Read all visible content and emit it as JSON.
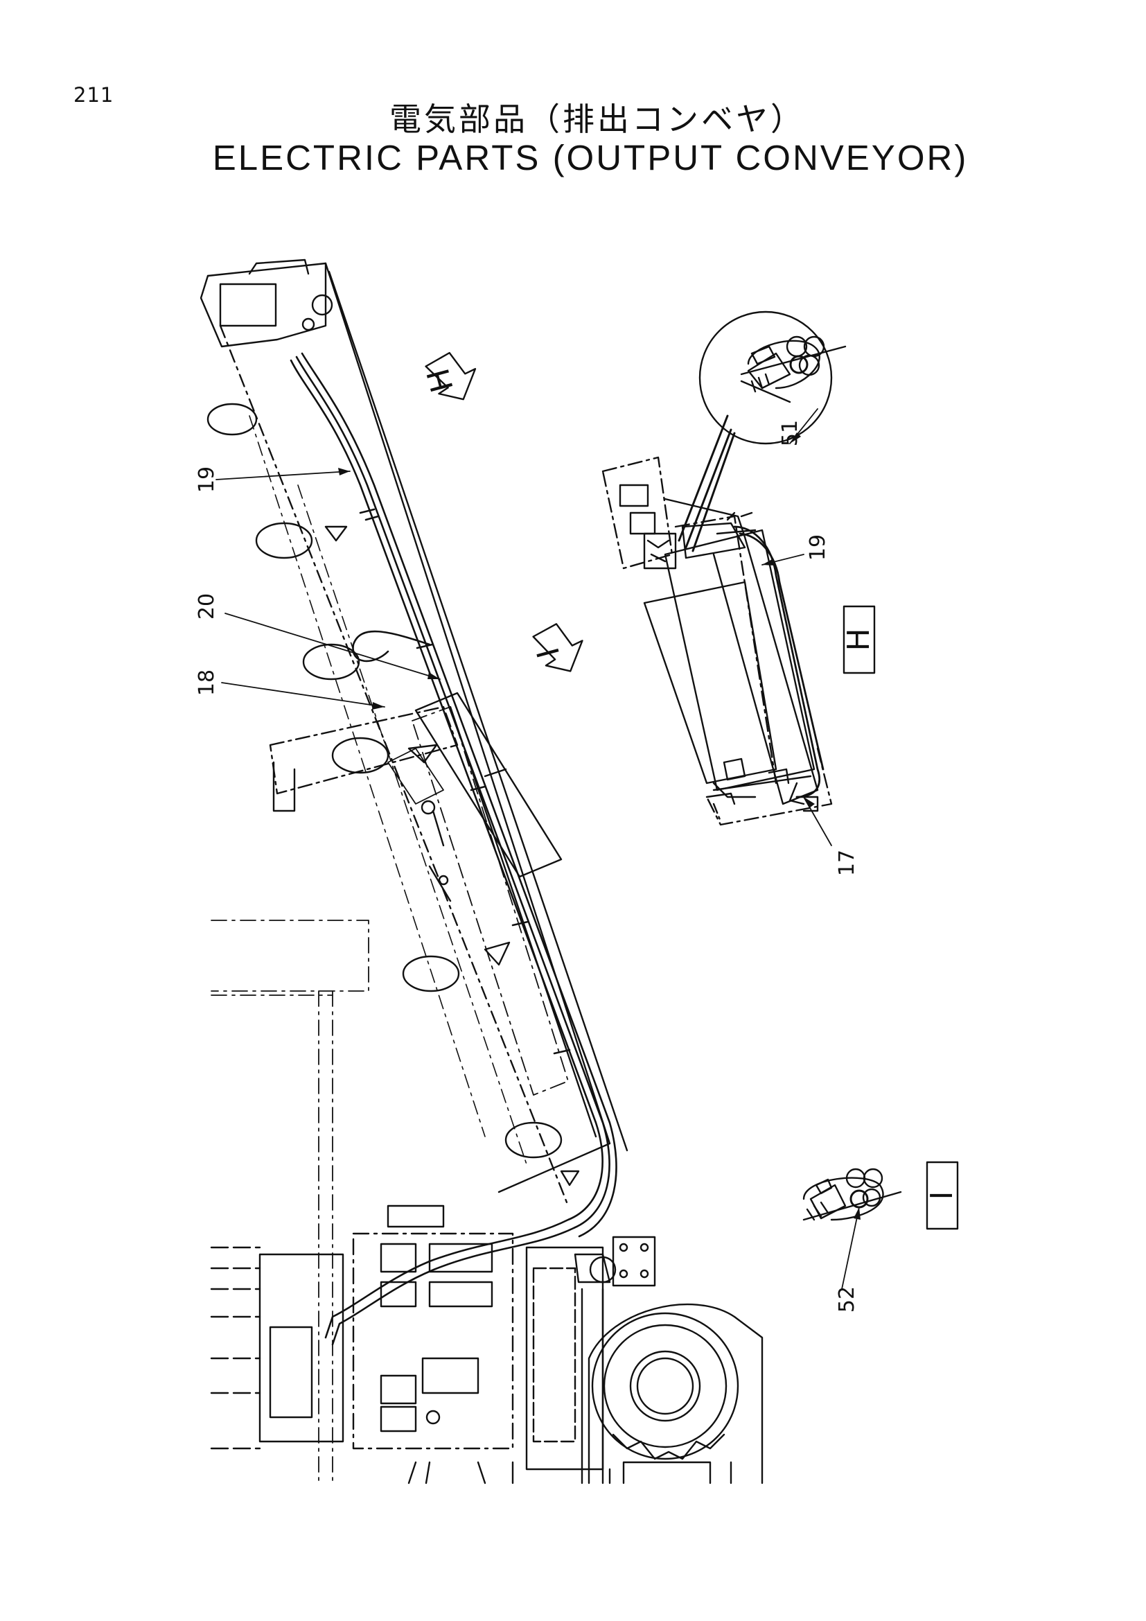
{
  "page": {
    "number": "211"
  },
  "title": {
    "japanese": "電気部品（排出コンベヤ）",
    "english": "ELECTRIC PARTS (OUTPUT CONVEYOR)"
  },
  "callouts": {
    "c19a": "19",
    "c20": "20",
    "c18": "18",
    "c19b": "19",
    "c51": "51",
    "c17": "17",
    "c52": "52"
  },
  "view_tags": {
    "arrow_top": "H",
    "arrow_mid": "I",
    "box_h": "H",
    "box_i": "I"
  },
  "colors": {
    "ink": "#111111",
    "paper": "#ffffff"
  }
}
